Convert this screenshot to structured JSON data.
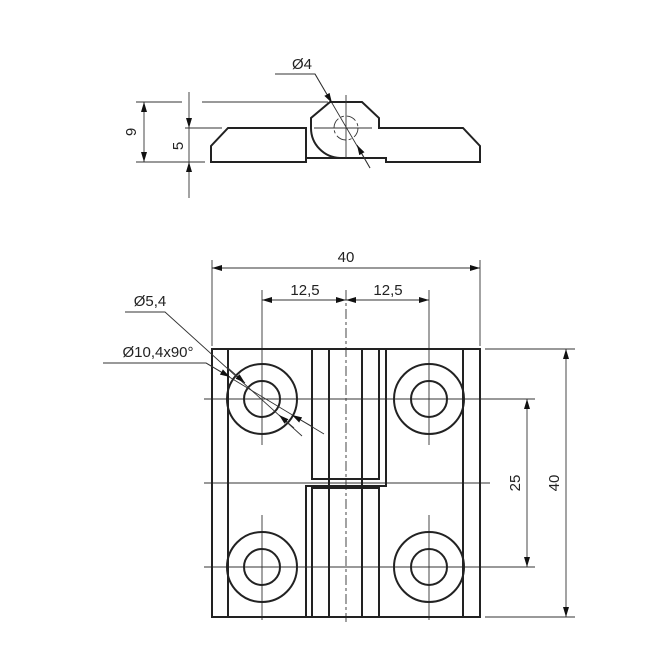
{
  "title": "Hinge technical drawing",
  "top_view": {
    "dim_height_total": "9",
    "dim_height_plate": "5",
    "dim_pin_diameter": "Ø4"
  },
  "front_view": {
    "dim_width": "40",
    "dim_half_left": "12,5",
    "dim_half_right": "12,5",
    "dim_hole_spacing": "25",
    "dim_height": "40",
    "dim_hole_diameter": "Ø5,4",
    "dim_countersink": "Ø10,4x90°"
  }
}
